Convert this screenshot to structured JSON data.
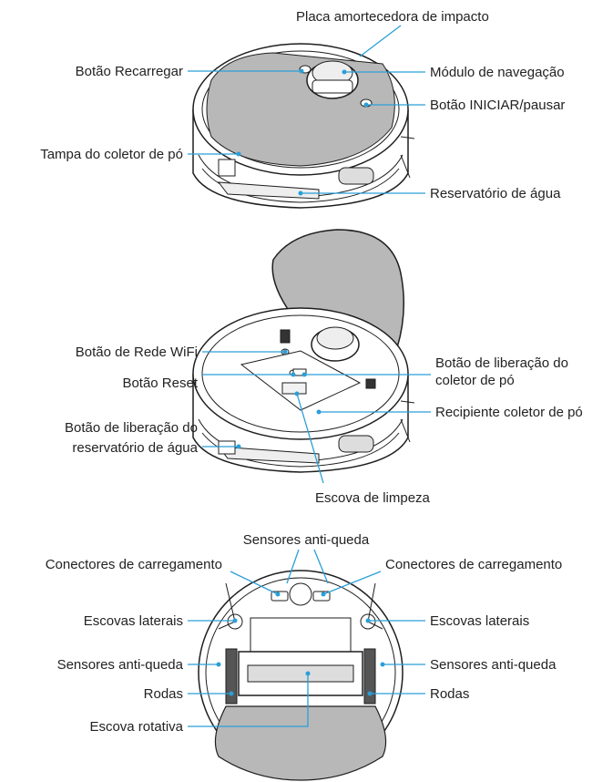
{
  "diagram": {
    "top_view": {
      "bumper": "Placa amortecedora de impacto",
      "recharge_button": "Botão Recarregar",
      "navigation_module": "Módulo de navegação",
      "start_pause_button": "Botão INICIAR/pausar",
      "dust_bin_cover": "Tampa do coletor de pó",
      "water_tank": "Reservatório de água"
    },
    "open_view": {
      "wifi_button": "Botão de Rede WiFi",
      "reset_button": "Botão Reset",
      "bin_release_line1": "Botão de liberação do",
      "bin_release_line2": "coletor de pó",
      "dust_bin": "Recipiente coletor de pó",
      "tank_release_line1": "Botão de liberação do",
      "tank_release_line2": "reservatório de água",
      "cleaning_brush": "Escova de limpeza"
    },
    "bottom_view": {
      "cliff_sensors_top": "Sensores anti-queda",
      "charging_contacts_left": "Conectores de carregamento",
      "charging_contacts_right": "Conectores de carregamento",
      "side_brushes_left": "Escovas laterais",
      "side_brushes_right": "Escovas laterais",
      "cliff_sensors_left": "Sensores anti-queda",
      "cliff_sensors_right": "Sensores anti-queda",
      "wheels_left": "Rodas",
      "wheels_right": "Rodas",
      "main_brush": "Escova rotativa"
    }
  },
  "colors": {
    "leader_line": "#2a9fd8",
    "panel_grey": "#b8b8b8",
    "outline": "#1e1e1e"
  }
}
